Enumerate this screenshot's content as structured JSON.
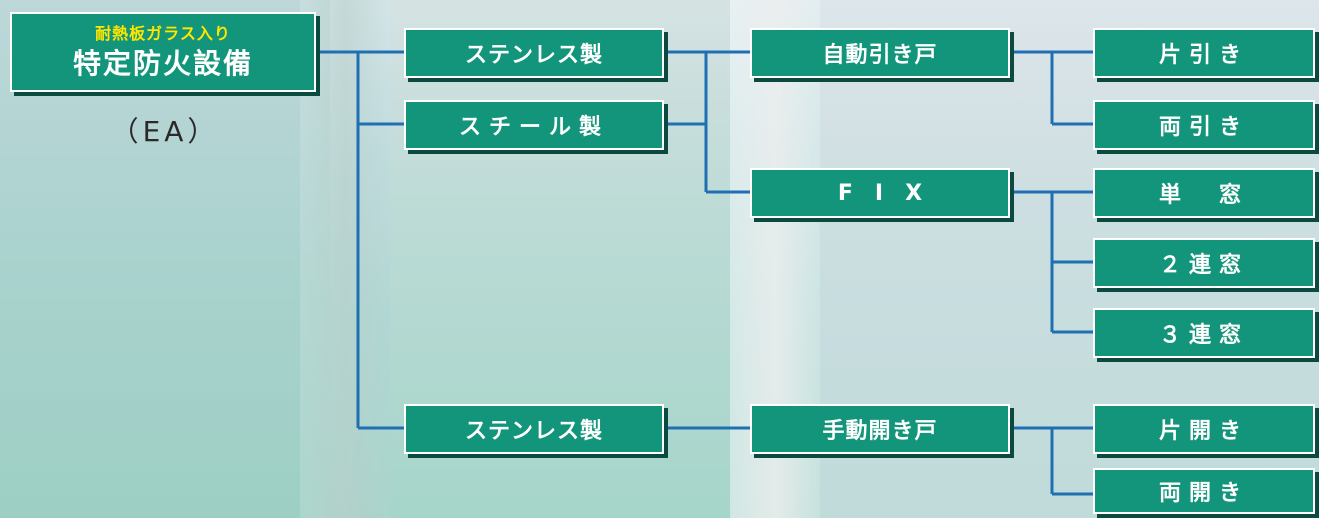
{
  "root": {
    "subtitle": "耐熱板ガラス入り",
    "title": "特定防火設備",
    "code": "（EA）"
  },
  "level1": {
    "stainless_top": "ステンレス製",
    "steel": "スチール製",
    "stainless_bottom": "ステンレス製"
  },
  "level2": {
    "auto_sliding": "自動引き戸",
    "fix": "FIX",
    "manual_swing": "手動開き戸"
  },
  "level3": {
    "single_slide": "片引き",
    "double_slide": "両引き",
    "single_window": "単　窓",
    "double_window": "２連窓",
    "triple_window": "３連窓",
    "single_swing": "片開き",
    "double_swing": "両開き"
  },
  "colors": {
    "box_fill": "#12957a",
    "box_border": "#ffffff",
    "connector": "#1f6fb3",
    "subtitle": "#ffe600"
  }
}
